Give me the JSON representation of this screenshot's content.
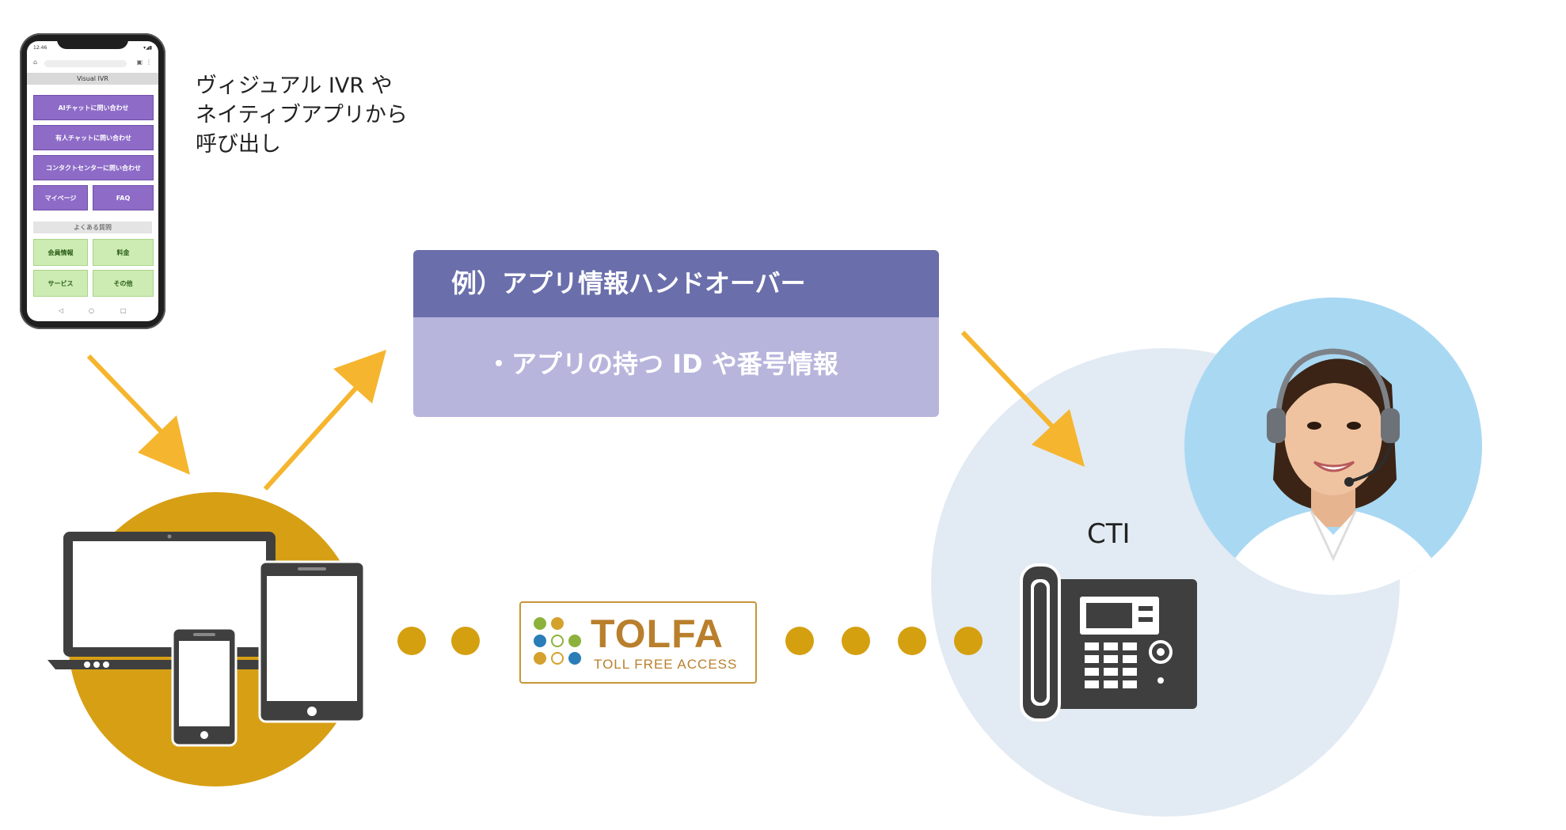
{
  "phone": {
    "status_time": "12:46",
    "app_title": "Visual IVR",
    "buttons": {
      "ai_chat": "AIチャットに問い合わせ",
      "human_chat": "有人チャットに問い合わせ",
      "contact_center": "コンタクトセンターに問い合わせ",
      "mypage": "マイページ",
      "faq": "FAQ"
    },
    "faq_heading": "よくある質問",
    "faq_buttons": {
      "member_info": "会員情報",
      "fee": "料金",
      "service": "サービス",
      "other": "その他"
    }
  },
  "caption": {
    "line1": "ヴィジュアル IVR や",
    "line2": "ネイティブアプリから",
    "line3": "呼び出し"
  },
  "handover_box": {
    "title": "例）アプリ情報ハンドオーバー",
    "item": "・アプリの持つ ID や番号情報"
  },
  "cti_label": "CTI",
  "tolfa_logo": {
    "word": "TOLFA",
    "subtitle": "TOLL FREE ACCESS"
  },
  "colors": {
    "arrow": "#f5b52e",
    "gold_circle": "#d79f14",
    "dots": "#d4a010",
    "box_header": "#6a6fab",
    "box_body": "#b7b5dc",
    "blue_circle": "#e2eaf3",
    "purple_button": "#8d6bc7",
    "green_button": "#cdecb3",
    "device_icon": "#3f3f3f"
  }
}
